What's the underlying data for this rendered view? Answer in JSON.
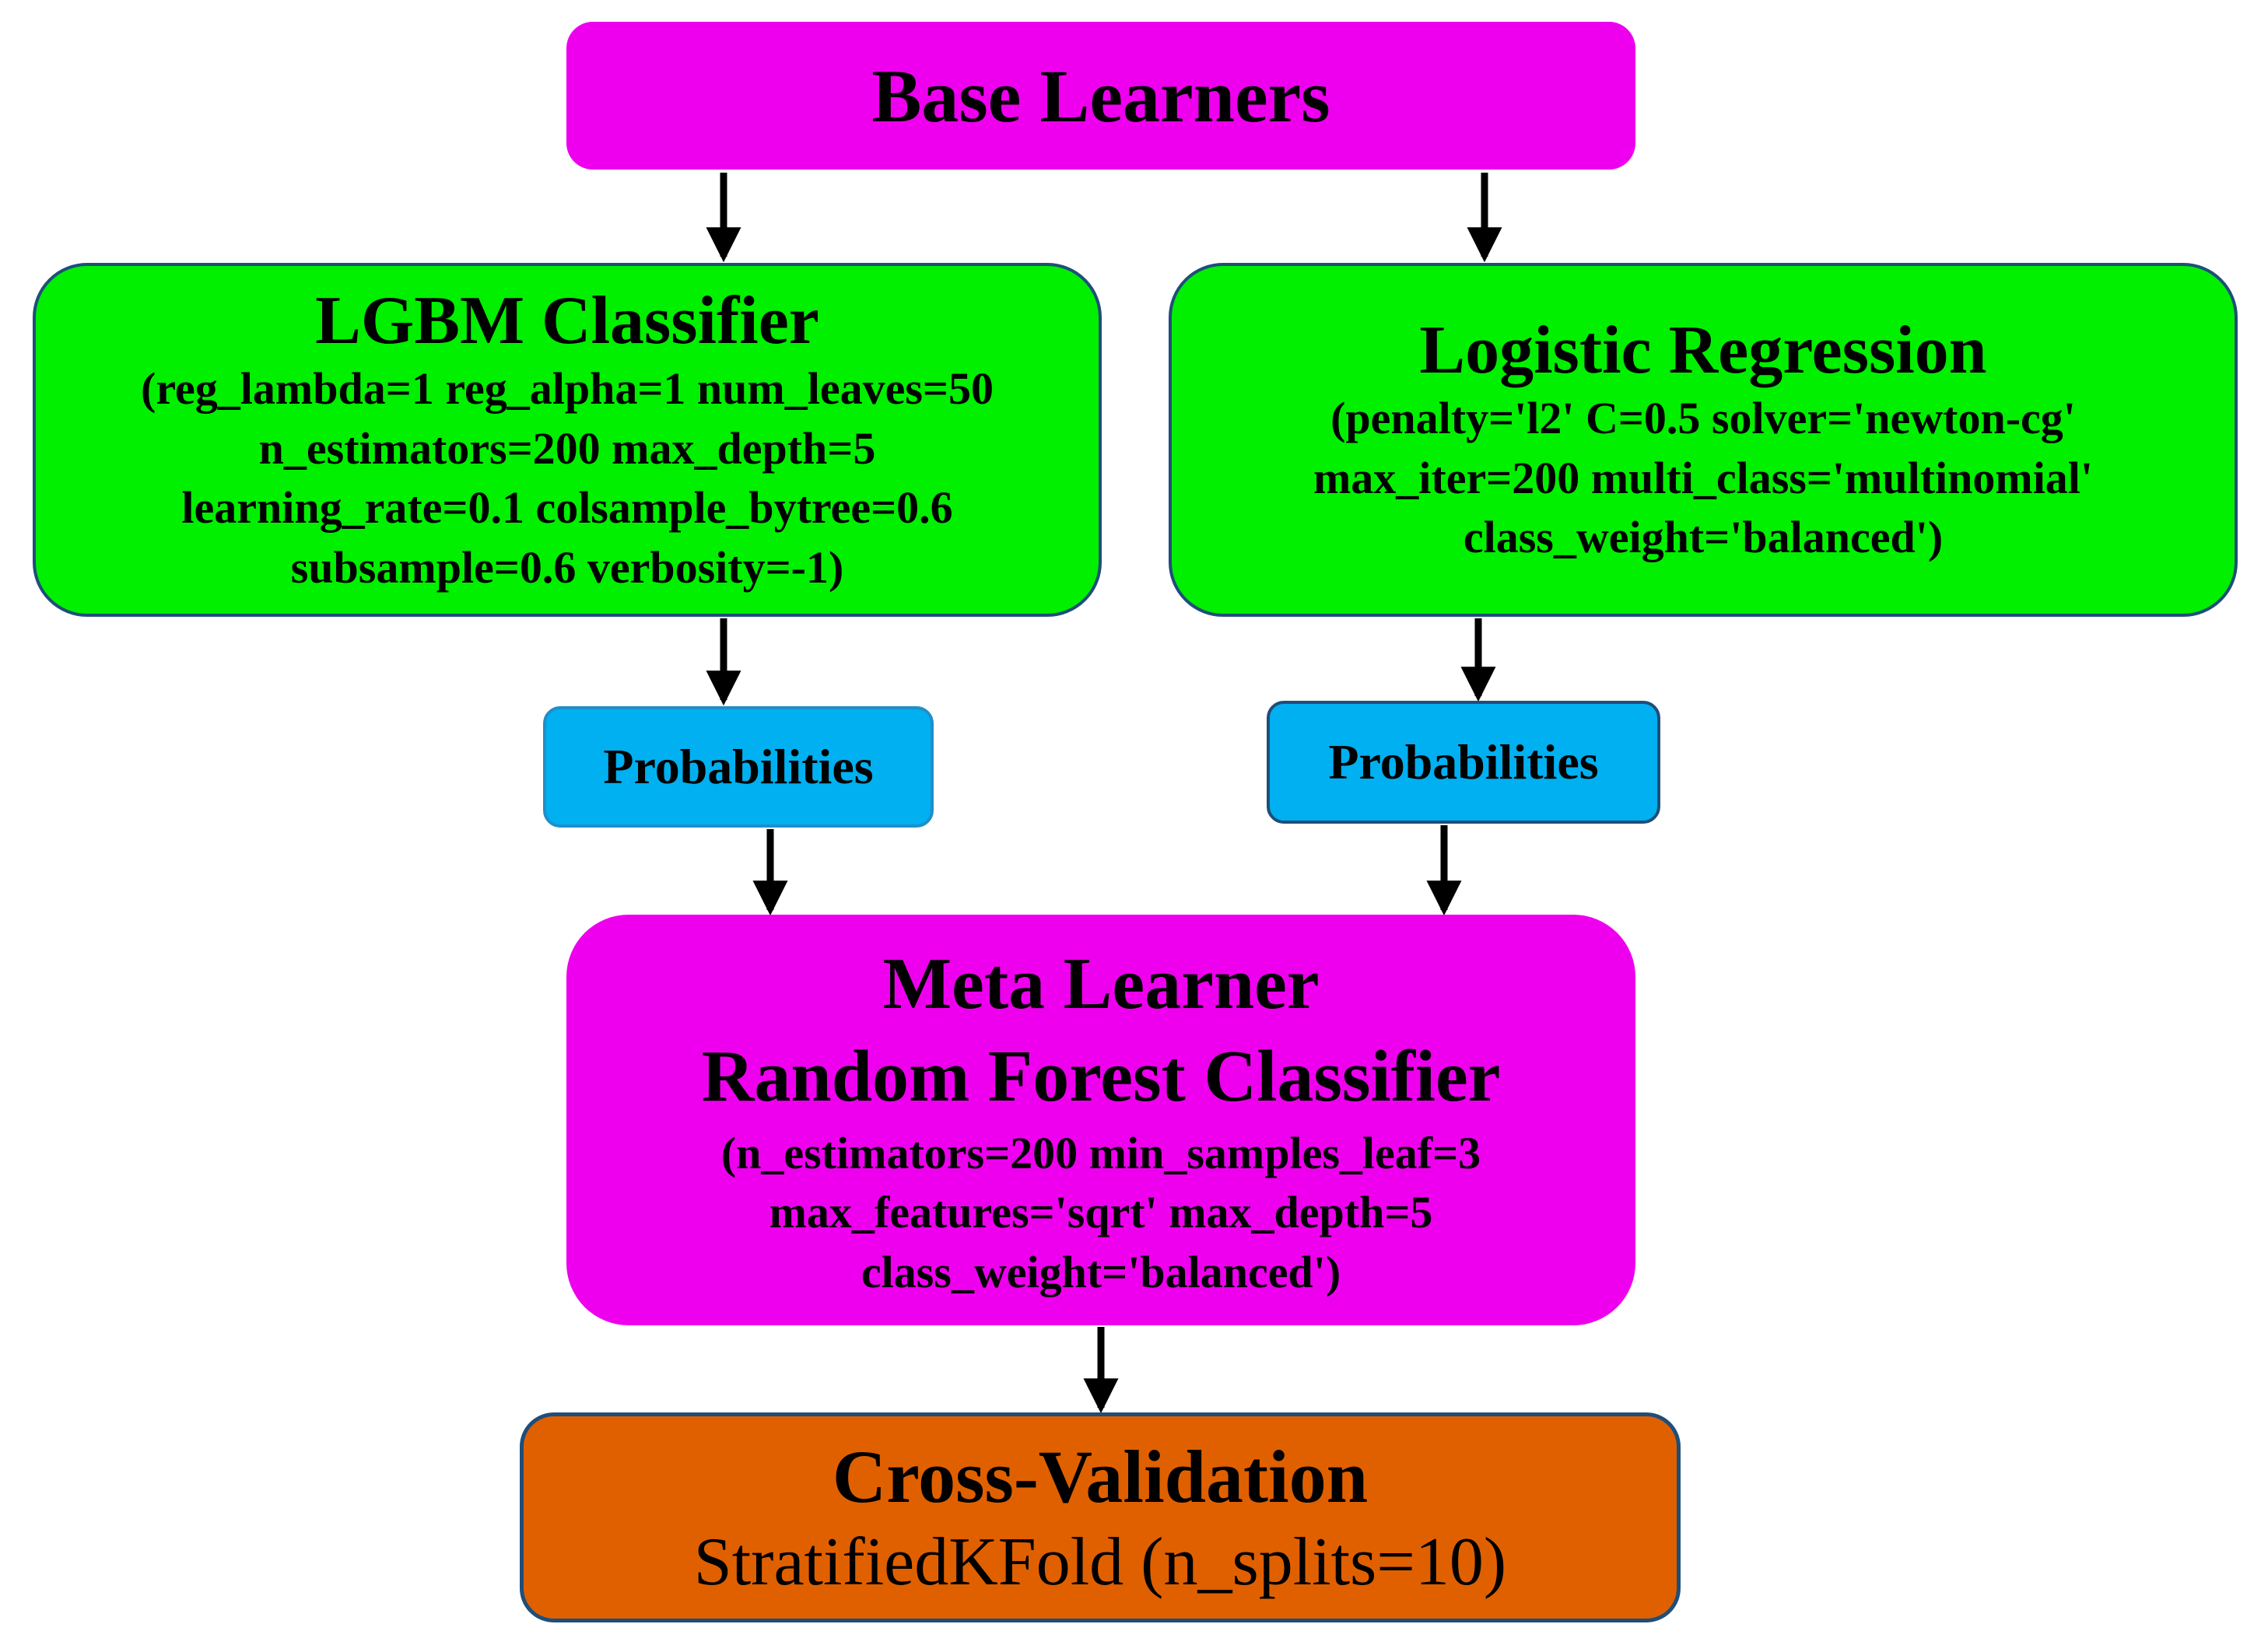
{
  "base_learners": {
    "title": "Base Learners"
  },
  "lgbm": {
    "title": "LGBM Classifier",
    "params": [
      "(reg_lambda=1 reg_alpha=1 num_leaves=50",
      "n_estimators=200 max_depth=5",
      "learning_rate=0.1 colsample_bytree=0.6",
      "subsample=0.6 verbosity=-1)"
    ]
  },
  "logreg": {
    "title": "Logistic Regression",
    "params": [
      "(penalty='l2'  C=0.5 solver='newton-cg'",
      "max_iter=200 multi_class='multinomial'",
      "class_weight='balanced')"
    ]
  },
  "probabilities_left": {
    "label": "Probabilities"
  },
  "probabilities_right": {
    "label": "Probabilities"
  },
  "meta_learner": {
    "title": "Meta Learner",
    "subtitle": "Random Forest Classifier",
    "params": [
      "(n_estimators=200 min_samples_leaf=3",
      "max_features='sqrt' max_depth=5",
      "class_weight='balanced')"
    ]
  },
  "cross_validation": {
    "title": "Cross-Validation",
    "subtitle": "StratifiedKFold (n_splits=10)"
  },
  "colors": {
    "learner_fill": "#EE00EE",
    "model_fill": "#00F000",
    "probability_fill": "#00B0F0",
    "validation_fill": "#E06000",
    "border": "#1F4E79",
    "arrow": "#000000"
  }
}
